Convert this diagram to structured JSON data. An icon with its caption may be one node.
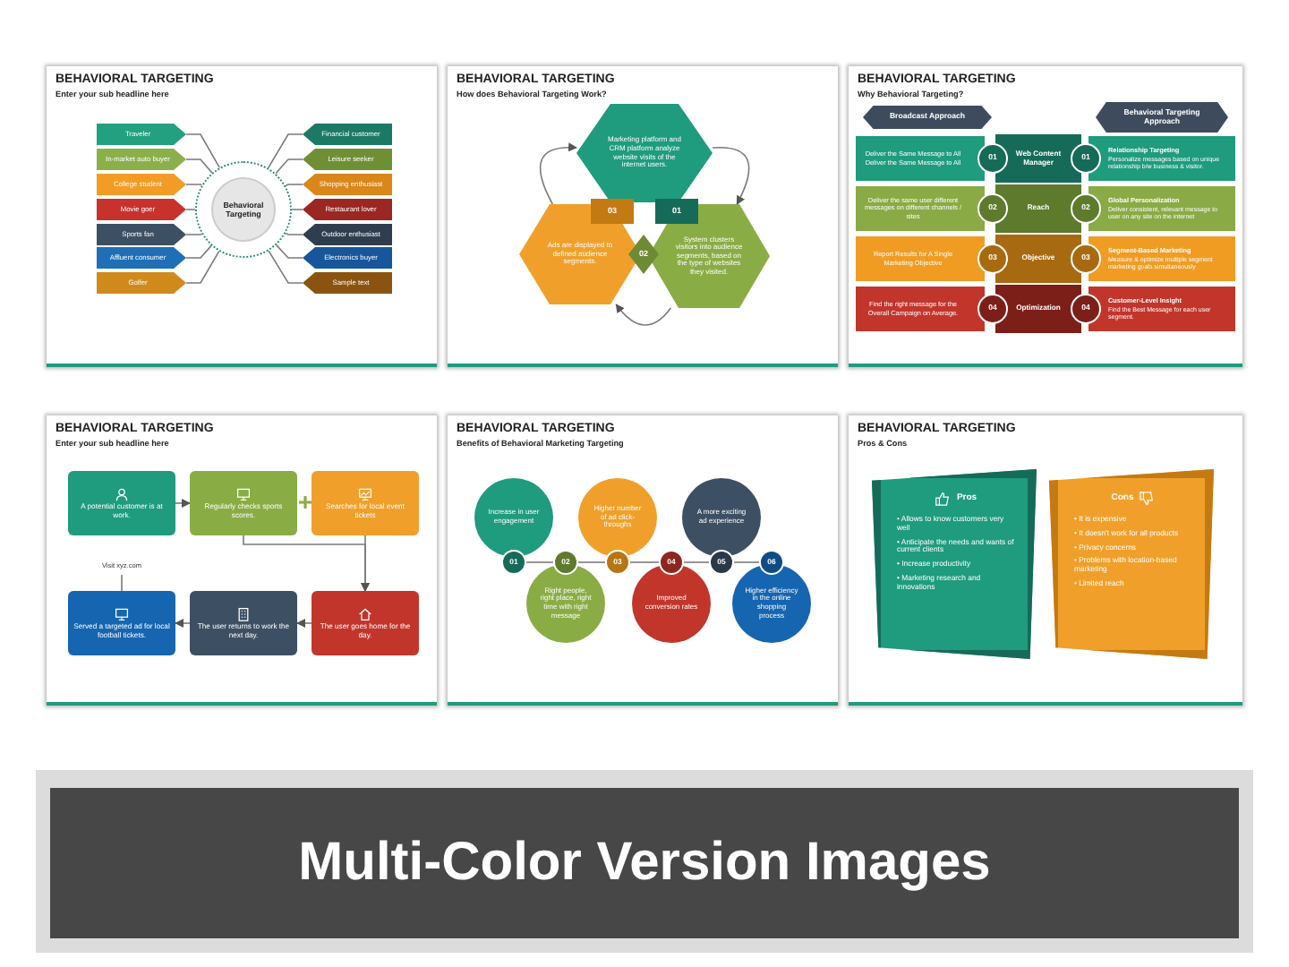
{
  "diagram": {
    "nodes": [
      {
        "text": [
          "BEHAVIORAL TARGETING",
          "Enter your sub headline here"
        ]
      },
      {
        "text": [
          "Behavioral Targeting"
        ],
        "in": 0
      },
      {
        "text": [
          "Traveler"
        ],
        "in": 0
      },
      {
        "text": [
          "In-market auto buyer"
        ],
        "in": 0
      },
      {
        "text": [
          "College student"
        ],
        "in": 0
      },
      {
        "text": [
          "Movie goer"
        ],
        "in": 0
      },
      {
        "text": [
          "Sports fan"
        ],
        "in": 0
      },
      {
        "text": [
          "Affluent consumer"
        ],
        "in": 0
      },
      {
        "text": [
          "Golfer"
        ],
        "in": 0
      },
      {
        "text": [
          "Financial customer"
        ],
        "in": 0
      },
      {
        "text": [
          "Leisure seeker"
        ],
        "in": 0
      },
      {
        "text": [
          "Shopping enthusiast"
        ],
        "in": 0
      },
      {
        "text": [
          "Restaurant lover"
        ],
        "in": 0
      },
      {
        "text": [
          "Outdoor enthusiast"
        ],
        "in": 0
      },
      {
        "text": [
          "Electronics buyer"
        ],
        "in": 0
      },
      {
        "text": [
          "Sample text"
        ],
        "in": 0
      },
      {
        "text": [
          "BEHAVIORAL TARGETING",
          "How does Behavioral Targeting Work?"
        ]
      },
      {
        "text": [
          "Marketing platform and CRM platform analyze website visits of the internet users."
        ],
        "in": 16
      },
      {
        "text": [
          "01"
        ],
        "in": 16
      },
      {
        "text": [
          "02"
        ],
        "in": 16
      },
      {
        "text": [
          "03"
        ],
        "in": 16
      },
      {
        "text": [
          "System clusters visitors into audience segments, based on the type of websites they visited."
        ],
        "in": 16
      },
      {
        "text": [
          "Ads are displayed to defined audience segments."
        ],
        "in": 16
      },
      {
        "text": [
          "BEHAVIORAL TARGETING",
          "Why Behavioral Targeting?"
        ]
      },
      {
        "text": [
          "Broadcast Approach"
        ],
        "in": 23
      },
      {
        "text": [
          "Behavioral Targeting Approach"
        ],
        "in": 23
      },
      {
        "text": [
          "Deliver the Same Message to All Deliver the Same Message to All"
        ],
        "in": 23
      },
      {
        "text": [
          "01"
        ],
        "in": 23
      },
      {
        "text": [
          "Web Content Manager"
        ],
        "in": 23
      },
      {
        "text": [
          "01"
        ],
        "in": 23
      },
      {
        "text": [
          "Relationship Targeting",
          "Personalize messages based on unique relationship b/w business & visitor."
        ],
        "in": 23
      },
      {
        "text": [
          "Deliver the same user different messages on different channels / sites"
        ],
        "in": 23
      },
      {
        "text": [
          "02"
        ],
        "in": 23
      },
      {
        "text": [
          "Reach"
        ],
        "in": 23
      },
      {
        "text": [
          "02"
        ],
        "in": 23
      },
      {
        "text": [
          "Global Personalization",
          "Deliver consistent, relevant message to user on any site on the internet"
        ],
        "in": 23
      },
      {
        "text": [
          "Report Results for A Single Marketing Objective"
        ],
        "in": 23
      },
      {
        "text": [
          "03"
        ],
        "in": 23
      },
      {
        "text": [
          "Objective"
        ],
        "in": 23
      },
      {
        "text": [
          "03"
        ],
        "in": 23
      },
      {
        "text": [
          "Segment-Based Marketing",
          "Measure & optimize multiple segment marketing goals simultaneously"
        ],
        "in": 23
      },
      {
        "text": [
          "Find the right message for the Overall Campaign on Average."
        ],
        "in": 23
      },
      {
        "text": [
          "04"
        ],
        "in": 23
      },
      {
        "text": [
          "Optimization"
        ],
        "in": 23
      },
      {
        "text": [
          "04"
        ],
        "in": 23
      },
      {
        "text": [
          "Customer-Level Insight",
          "Find the Best Message for each user segment."
        ],
        "in": 23
      },
      {
        "text": [
          "BEHAVIORAL TARGETING",
          "Enter your sub headline here"
        ]
      },
      {
        "text": [
          "A potential customer is at work."
        ],
        "in": 46
      },
      {
        "text": [
          "Regularly checks sports scores."
        ],
        "in": 46
      },
      {
        "text": [
          "Searches for local event tickets"
        ],
        "in": 46
      },
      {
        "text": [
          "The user goes home for the day."
        ],
        "in": 46
      },
      {
        "text": [
          "The user returns to work the next day."
        ],
        "in": 46
      },
      {
        "text": [
          "Served a targeted ad for local football tickets."
        ],
        "in": 46
      },
      {
        "text": [
          "Visit xyz.com"
        ],
        "in": 46
      },
      {
        "text": [
          "BEHAVIORAL TARGETING",
          "Benefits of Behavioral Marketing Targeting"
        ]
      },
      {
        "text": [
          "Increase in user engagement"
        ],
        "in": 54
      },
      {
        "text": [
          "01"
        ],
        "in": 54
      },
      {
        "text": [
          "Right people, right place, right time with right message"
        ],
        "in": 54
      },
      {
        "text": [
          "02"
        ],
        "in": 54
      },
      {
        "text": [
          "Higher number of ad click-throughs"
        ],
        "in": 54
      },
      {
        "text": [
          "03"
        ],
        "in": 54
      },
      {
        "text": [
          "Improved conversion rates"
        ],
        "in": 54
      },
      {
        "text": [
          "04"
        ],
        "in": 54
      },
      {
        "text": [
          "A more exciting ad experience"
        ],
        "in": 54
      },
      {
        "text": [
          "05"
        ],
        "in": 54
      },
      {
        "text": [
          "Higher efficiency in the online shopping process"
        ],
        "in": 54
      },
      {
        "text": [
          "06"
        ],
        "in": 54
      },
      {
        "text": [
          "BEHAVIORAL TARGETING",
          "Pros & Cons"
        ]
      },
      {
        "text": [
          "Pros",
          "• Allows to know customers very well",
          "• Anticipate the needs and wants of current clients",
          "• Increase productivity",
          "• Marketing research and innovations"
        ],
        "in": 67
      },
      {
        "text": [
          "Cons",
          "• It is expensive",
          "• It doesn't work for all products",
          "• Privacy concerns",
          "• Problems with location-based marketing",
          "• Limited reach"
        ],
        "in": 67
      },
      {
        "text": [
          "Multi-Color Version Images"
        ]
      }
    ],
    "edges": [
      {
        "from": 1,
        "to": 2,
        "arrow": "none"
      },
      {
        "from": 1,
        "to": 3,
        "arrow": "none"
      },
      {
        "from": 1,
        "to": 4,
        "arrow": "none"
      },
      {
        "from": 1,
        "to": 5,
        "arrow": "none"
      },
      {
        "from": 1,
        "to": 6,
        "arrow": "none"
      },
      {
        "from": 1,
        "to": 7,
        "arrow": "none"
      },
      {
        "from": 1,
        "to": 8,
        "arrow": "none"
      },
      {
        "from": 1,
        "to": 9,
        "arrow": "none"
      },
      {
        "from": 1,
        "to": 10,
        "arrow": "none"
      },
      {
        "from": 1,
        "to": 11,
        "arrow": "none"
      },
      {
        "from": 1,
        "to": 12,
        "arrow": "none"
      },
      {
        "from": 1,
        "to": 13,
        "arrow": "none"
      },
      {
        "from": 1,
        "to": 14,
        "arrow": "none"
      },
      {
        "from": 1,
        "to": 15,
        "arrow": "none"
      },
      {
        "from": 17,
        "to": 21,
        "arrow": "to"
      },
      {
        "from": 21,
        "to": 22,
        "arrow": "to"
      },
      {
        "from": 22,
        "to": 17,
        "arrow": "to"
      },
      {
        "from": 47,
        "to": 48,
        "arrow": "to"
      },
      {
        "from": 48,
        "to": 50,
        "arrow": "to"
      },
      {
        "from": 49,
        "to": 50,
        "arrow": "to"
      },
      {
        "from": 50,
        "to": 51,
        "arrow": "to"
      },
      {
        "from": 51,
        "to": 52,
        "arrow": "to"
      },
      {
        "from": 53,
        "to": 52,
        "arrow": "none"
      },
      {
        "from": 56,
        "to": 58,
        "arrow": "none"
      },
      {
        "from": 58,
        "to": 60,
        "arrow": "none"
      },
      {
        "from": 60,
        "to": 62,
        "arrow": "none"
      },
      {
        "from": 62,
        "to": 64,
        "arrow": "none"
      },
      {
        "from": 64,
        "to": 66,
        "arrow": "none"
      }
    ]
  }
}
